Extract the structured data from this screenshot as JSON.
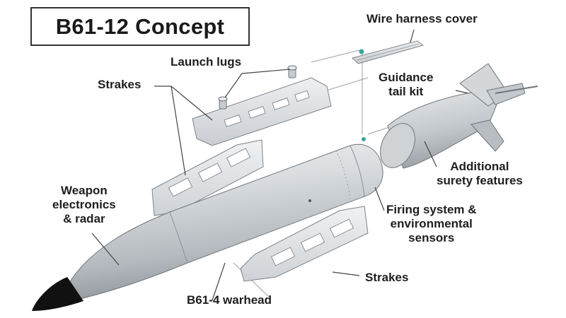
{
  "title": "B61-12 Concept",
  "labels": {
    "wire_harness_cover": "Wire harness cover",
    "launch_lugs": "Launch lugs",
    "strakes_top": "Strakes",
    "guidance_tail_kit": "Guidance\ntail kit",
    "additional_surety": "Additional\nsurety features",
    "weapon_electronics": "Weapon\nelectronics\n& radar",
    "firing_system": "Firing system &\nenvironmental\nsensors",
    "strakes_bottom": "Strakes",
    "warhead": "B61-4 warhead"
  },
  "colors": {
    "metal_light": "#e4e7ea",
    "metal_mid": "#b9bec4",
    "metal_dark": "#8a9096",
    "nose": "#111111",
    "leader": "#444444",
    "guide_line": "#9aa0a6",
    "connector": "#3aa79a"
  }
}
